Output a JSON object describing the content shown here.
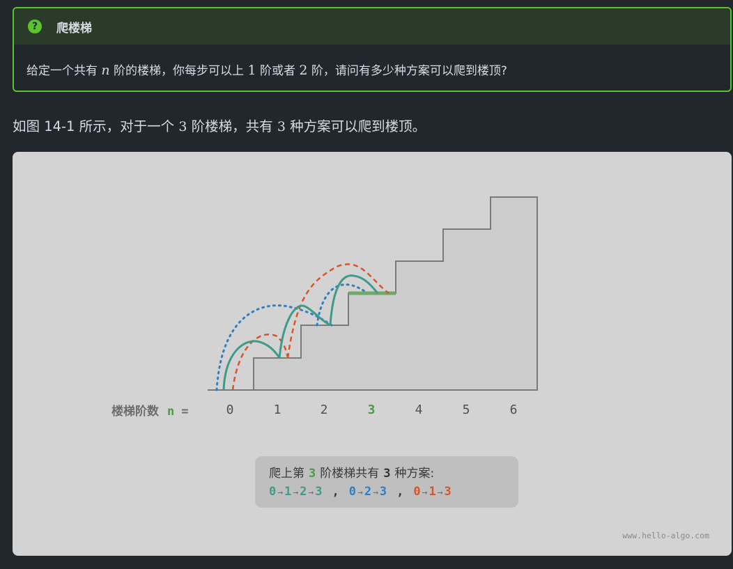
{
  "admonition": {
    "icon": "question-circle-icon",
    "title": "爬楼梯",
    "body_pre": "给定一个共有 ",
    "body_var": "n",
    "body_mid1": " 阶的楼梯，你每步可以上 ",
    "body_one": "1",
    "body_mid2": " 阶或者 ",
    "body_two": "2",
    "body_post": " 阶，请问有多少种方案可以爬到楼顶?",
    "accent_color": "#5bc32e"
  },
  "paragraph": {
    "pre": "如图 14-1 所示，对于一个 ",
    "num1": "3",
    "mid": " 阶楼梯，共有 ",
    "num2": "3",
    "post": " 种方案可以爬到楼顶。"
  },
  "figure": {
    "n_label": "楼梯阶数",
    "n_var": "n",
    "n_eq": "=",
    "ticks": [
      "0",
      "1",
      "2",
      "3",
      "4",
      "5",
      "6"
    ],
    "highlight_tick": "3",
    "summary_pre": "爬上第",
    "summary_n": "3",
    "summary_mid": "阶楼梯共有",
    "summary_count": "3",
    "summary_post": "种方案:",
    "paths": [
      {
        "color": "#3f9a8a",
        "steps": [
          "0",
          "1",
          "2",
          "3"
        ]
      },
      {
        "color": "#2f7fc1",
        "steps": [
          "0",
          "2",
          "3"
        ]
      },
      {
        "color": "#d9542b",
        "steps": [
          "0",
          "1",
          "3"
        ]
      }
    ],
    "path_separator": ",",
    "arrow": "→",
    "watermark": "www.hello-algo.com"
  }
}
